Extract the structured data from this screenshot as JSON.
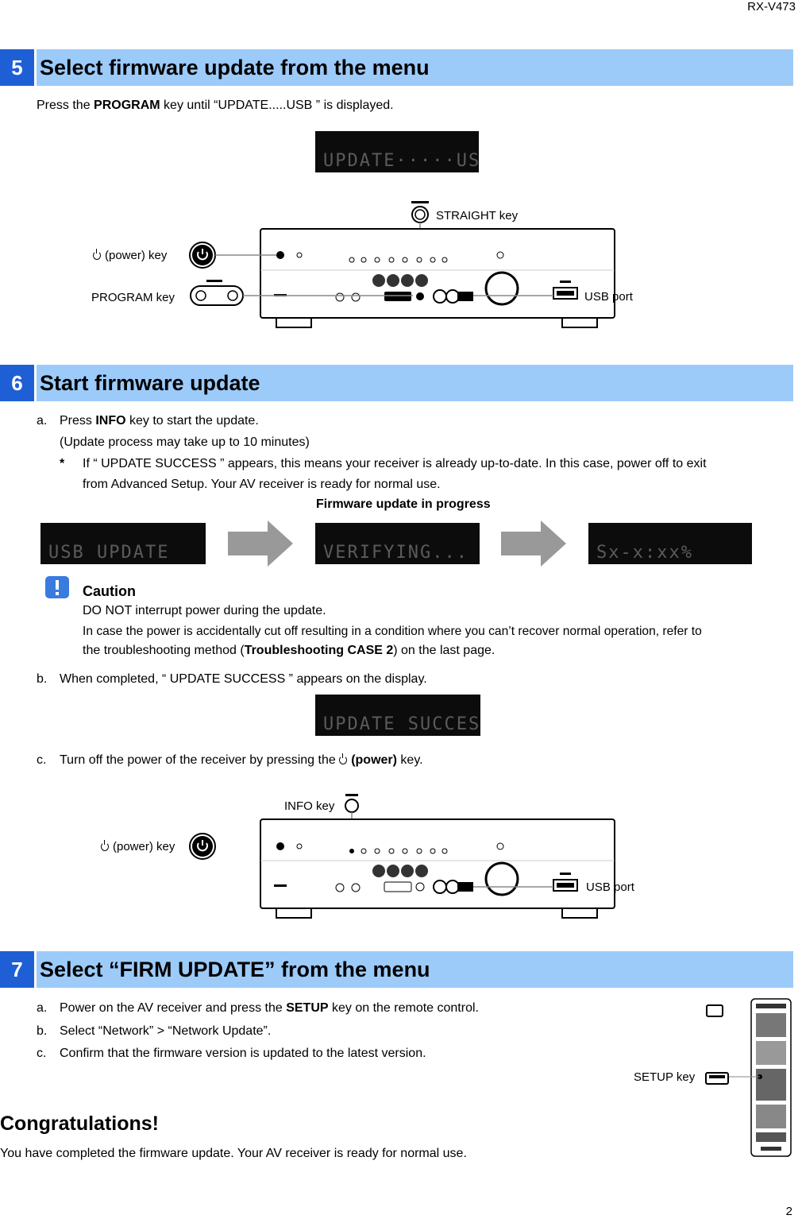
{
  "header": {
    "model": "RX-V473",
    "page_number": "2"
  },
  "section5": {
    "number": "5",
    "title": "Select firmware update from the menu",
    "instruction_pre": "Press the ",
    "instruction_key": "PROGRAM",
    "instruction_post": " key until “UPDATE.....USB ” is displayed.",
    "display_text": "UPDATE·····USB",
    "labels": {
      "straight_key": "STRAIGHT key",
      "power_key": "(power) key",
      "program_key": "PROGRAM key",
      "usb_port": "USB port"
    }
  },
  "section6": {
    "number": "6",
    "title": "Start firmware update",
    "step_a_marker": "a.",
    "step_a_pre": "Press ",
    "step_a_key": "INFO",
    "step_a_post": " key to start the update.",
    "step_a_note": "(Update process may take up to 10 minutes)",
    "asterisk": "*",
    "asterisk_line1": "If “ UPDATE SUCCESS ” appears, this means your receiver is already up-to-date. In this case, power off to exit",
    "asterisk_line2": "from Advanced Setup. Your AV receiver is ready for normal use.",
    "progress_heading": "Firmware update in progress",
    "progress_displays": [
      "USB UPDATE",
      "VERIFYING...",
      "Sx-x:xx%"
    ],
    "caution_title": "Caution",
    "caution_line1": "DO NOT interrupt power during the update.",
    "caution_line2": "In case the power is accidentally cut off resulting in a condition where you can’t recover normal operation, refer to",
    "caution_line3_pre": "the troubleshooting method (",
    "caution_line3_bold": "Troubleshooting CASE 2",
    "caution_line3_post": ") on the last page.",
    "step_b_marker": "b.",
    "step_b": "When completed, “ UPDATE SUCCESS ” appears on the display.",
    "success_display": "UPDATE SUCCESS",
    "step_c_marker": "c.",
    "step_c_pre": "Turn off the power of the receiver by pressing the ",
    "step_c_bold": "(power)",
    "step_c_post": " key.",
    "labels": {
      "info_key": "INFO key",
      "power_key": "(power) key",
      "usb_port": "USB port"
    }
  },
  "section7": {
    "number": "7",
    "title": "Select “FIRM UPDATE” from the menu",
    "step_a_marker": "a.",
    "step_a_pre": "Power on the AV receiver and press the ",
    "step_a_key": "SETUP",
    "step_a_post": " key on the remote control.",
    "step_b_marker": "b.",
    "step_b": "Select “Network” > “Network Update”.",
    "step_c_marker": "c.",
    "step_c": "Confirm that the firmware version is updated to the latest version.",
    "setup_key_label": "SETUP key"
  },
  "footer": {
    "congrats_title": "Congratulations!",
    "congrats_text": "You have completed the firmware update. Your AV receiver is ready for normal use."
  }
}
